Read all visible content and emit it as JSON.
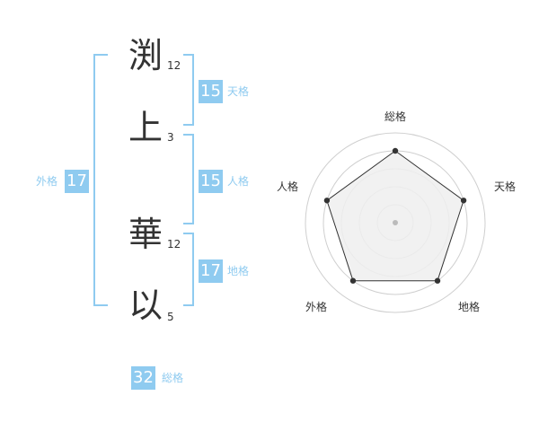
{
  "name": {
    "chars": [
      {
        "char": "渕",
        "strokes": "12"
      },
      {
        "char": "上",
        "strokes": "3"
      },
      {
        "char": "華",
        "strokes": "12"
      },
      {
        "char": "以",
        "strokes": "5"
      }
    ]
  },
  "kakusu": {
    "tenkaku": {
      "value": "15",
      "label": "天格"
    },
    "jinkaku": {
      "value": "15",
      "label": "人格"
    },
    "chikaku": {
      "value": "17",
      "label": "地格"
    },
    "gaikaku": {
      "value": "17",
      "label": "外格"
    },
    "soukaku": {
      "value": "32",
      "label": "総格"
    }
  },
  "radar": {
    "axes": [
      "総格",
      "天格",
      "地格",
      "外格",
      "人格"
    ],
    "levels": 5,
    "values": [
      4,
      4,
      4,
      4,
      4
    ],
    "colors": {
      "fill": "#efefef",
      "line": "#333333",
      "ring": "#cfcfcf",
      "center": "#bbbbbb"
    }
  },
  "colors": {
    "accent": "#8fcbf0",
    "text": "#333333"
  }
}
